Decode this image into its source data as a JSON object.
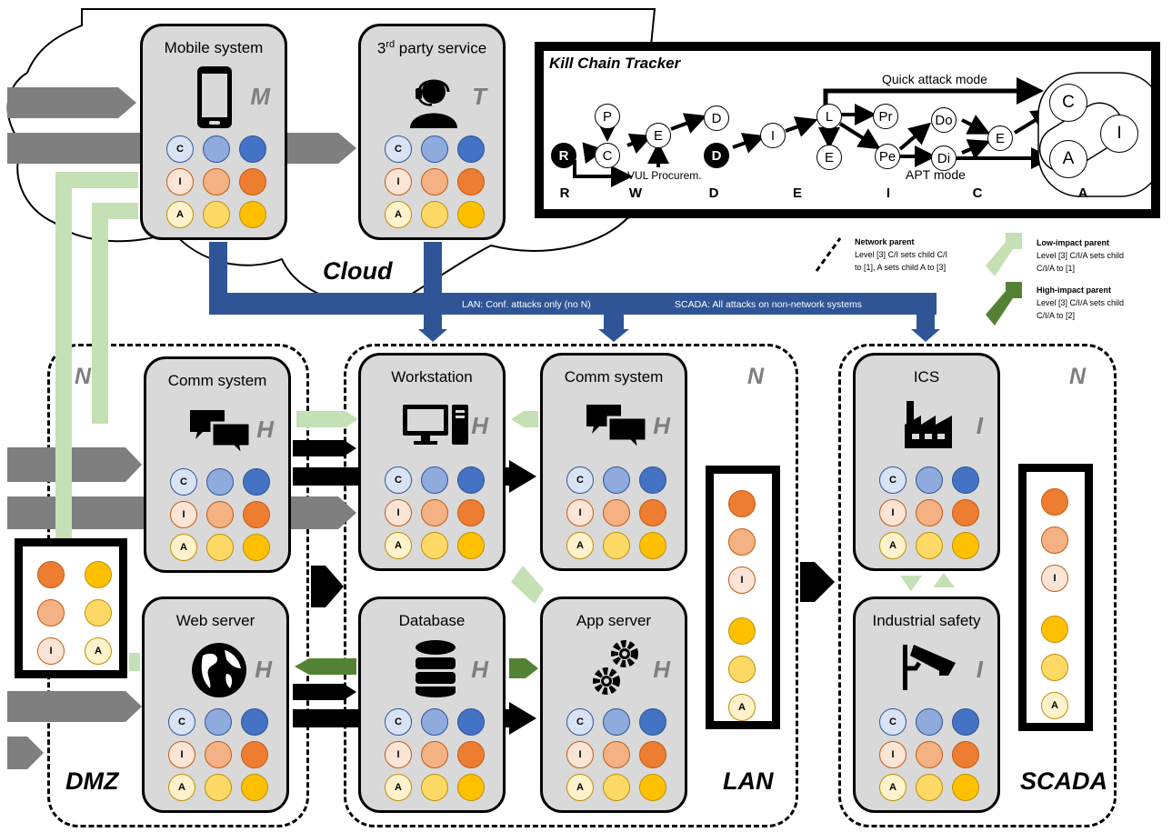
{
  "zones": {
    "cloud": "Cloud",
    "dmz": "DMZ",
    "lan": "LAN",
    "scada": "SCADA",
    "n_label": "N"
  },
  "band_labels": {
    "lan": "LAN: Conf. attacks only (no N)",
    "scada": "SCADA: All attacks on non-network systems"
  },
  "nodes": [
    {
      "key": "mobile",
      "title": "Mobile system",
      "letter": "M",
      "icon": "smartphone-icon"
    },
    {
      "key": "third",
      "title_prefix": "3",
      "title_sup": "rd",
      "title_rest": " party service",
      "letter": "T",
      "icon": "headset-agent-icon"
    },
    {
      "key": "dmzcomm",
      "title": "Comm system",
      "letter": "H",
      "icon": "chat-bubbles-icon"
    },
    {
      "key": "web",
      "title": "Web server",
      "letter": "H",
      "icon": "globe-icon"
    },
    {
      "key": "workstation",
      "title": "Workstation",
      "letter": "H",
      "icon": "computer-icon"
    },
    {
      "key": "lancomm",
      "title": "Comm system",
      "letter": "H",
      "icon": "chat-bubbles-icon"
    },
    {
      "key": "database",
      "title": "Database",
      "letter": "H",
      "icon": "database-icon"
    },
    {
      "key": "appserver",
      "title": "App server",
      "letter": "H",
      "icon": "gears-icon"
    },
    {
      "key": "ics",
      "title": "ICS",
      "letter": "I",
      "icon": "factory-icon"
    },
    {
      "key": "safety",
      "title": "Industrial safety",
      "letter": "I",
      "icon": "security-camera-icon"
    }
  ],
  "cia_letters": [
    "C",
    "I",
    "A"
  ],
  "colors": {
    "c_levels": [
      "#dae3f3",
      "#8faadc",
      "#4472c4"
    ],
    "i_levels": [
      "#fbe5d6",
      "#f4b183",
      "#ed7d31"
    ],
    "a_levels": [
      "#fff2cc",
      "#ffd966",
      "#ffc000"
    ],
    "blue_band": "#2f5597",
    "low_impact": "#c5e0b4",
    "high_impact": "#548235",
    "gray_arrow": "#7f7f7f"
  },
  "legend": {
    "network_title": "Network parent",
    "network_text": [
      "Level [3] C/I sets child C/I",
      "to [1], A sets child A to [3]"
    ],
    "low_title": "Low-impact parent",
    "low_text": [
      "Level [3] C/I/A sets child",
      "C/I/A to [1]"
    ],
    "high_title": "High-impact parent",
    "high_text": [
      "Level [3] C/I/A sets child",
      "C/I/A to [2]"
    ]
  },
  "kill_chain": {
    "title": "Kill Chain Tracker",
    "nodes": [
      "R",
      "P",
      "C",
      "E",
      "D",
      "D",
      "I",
      "L",
      "E",
      "Pr",
      "Pe",
      "Do",
      "Di",
      "E",
      "C",
      "I",
      "A"
    ],
    "vul_label": "VUL Procurem.",
    "quick_label": "Quick attack mode",
    "apt_label": "APT mode",
    "stages": [
      "R",
      "W",
      "D",
      "E",
      "I",
      "C",
      "A"
    ]
  }
}
